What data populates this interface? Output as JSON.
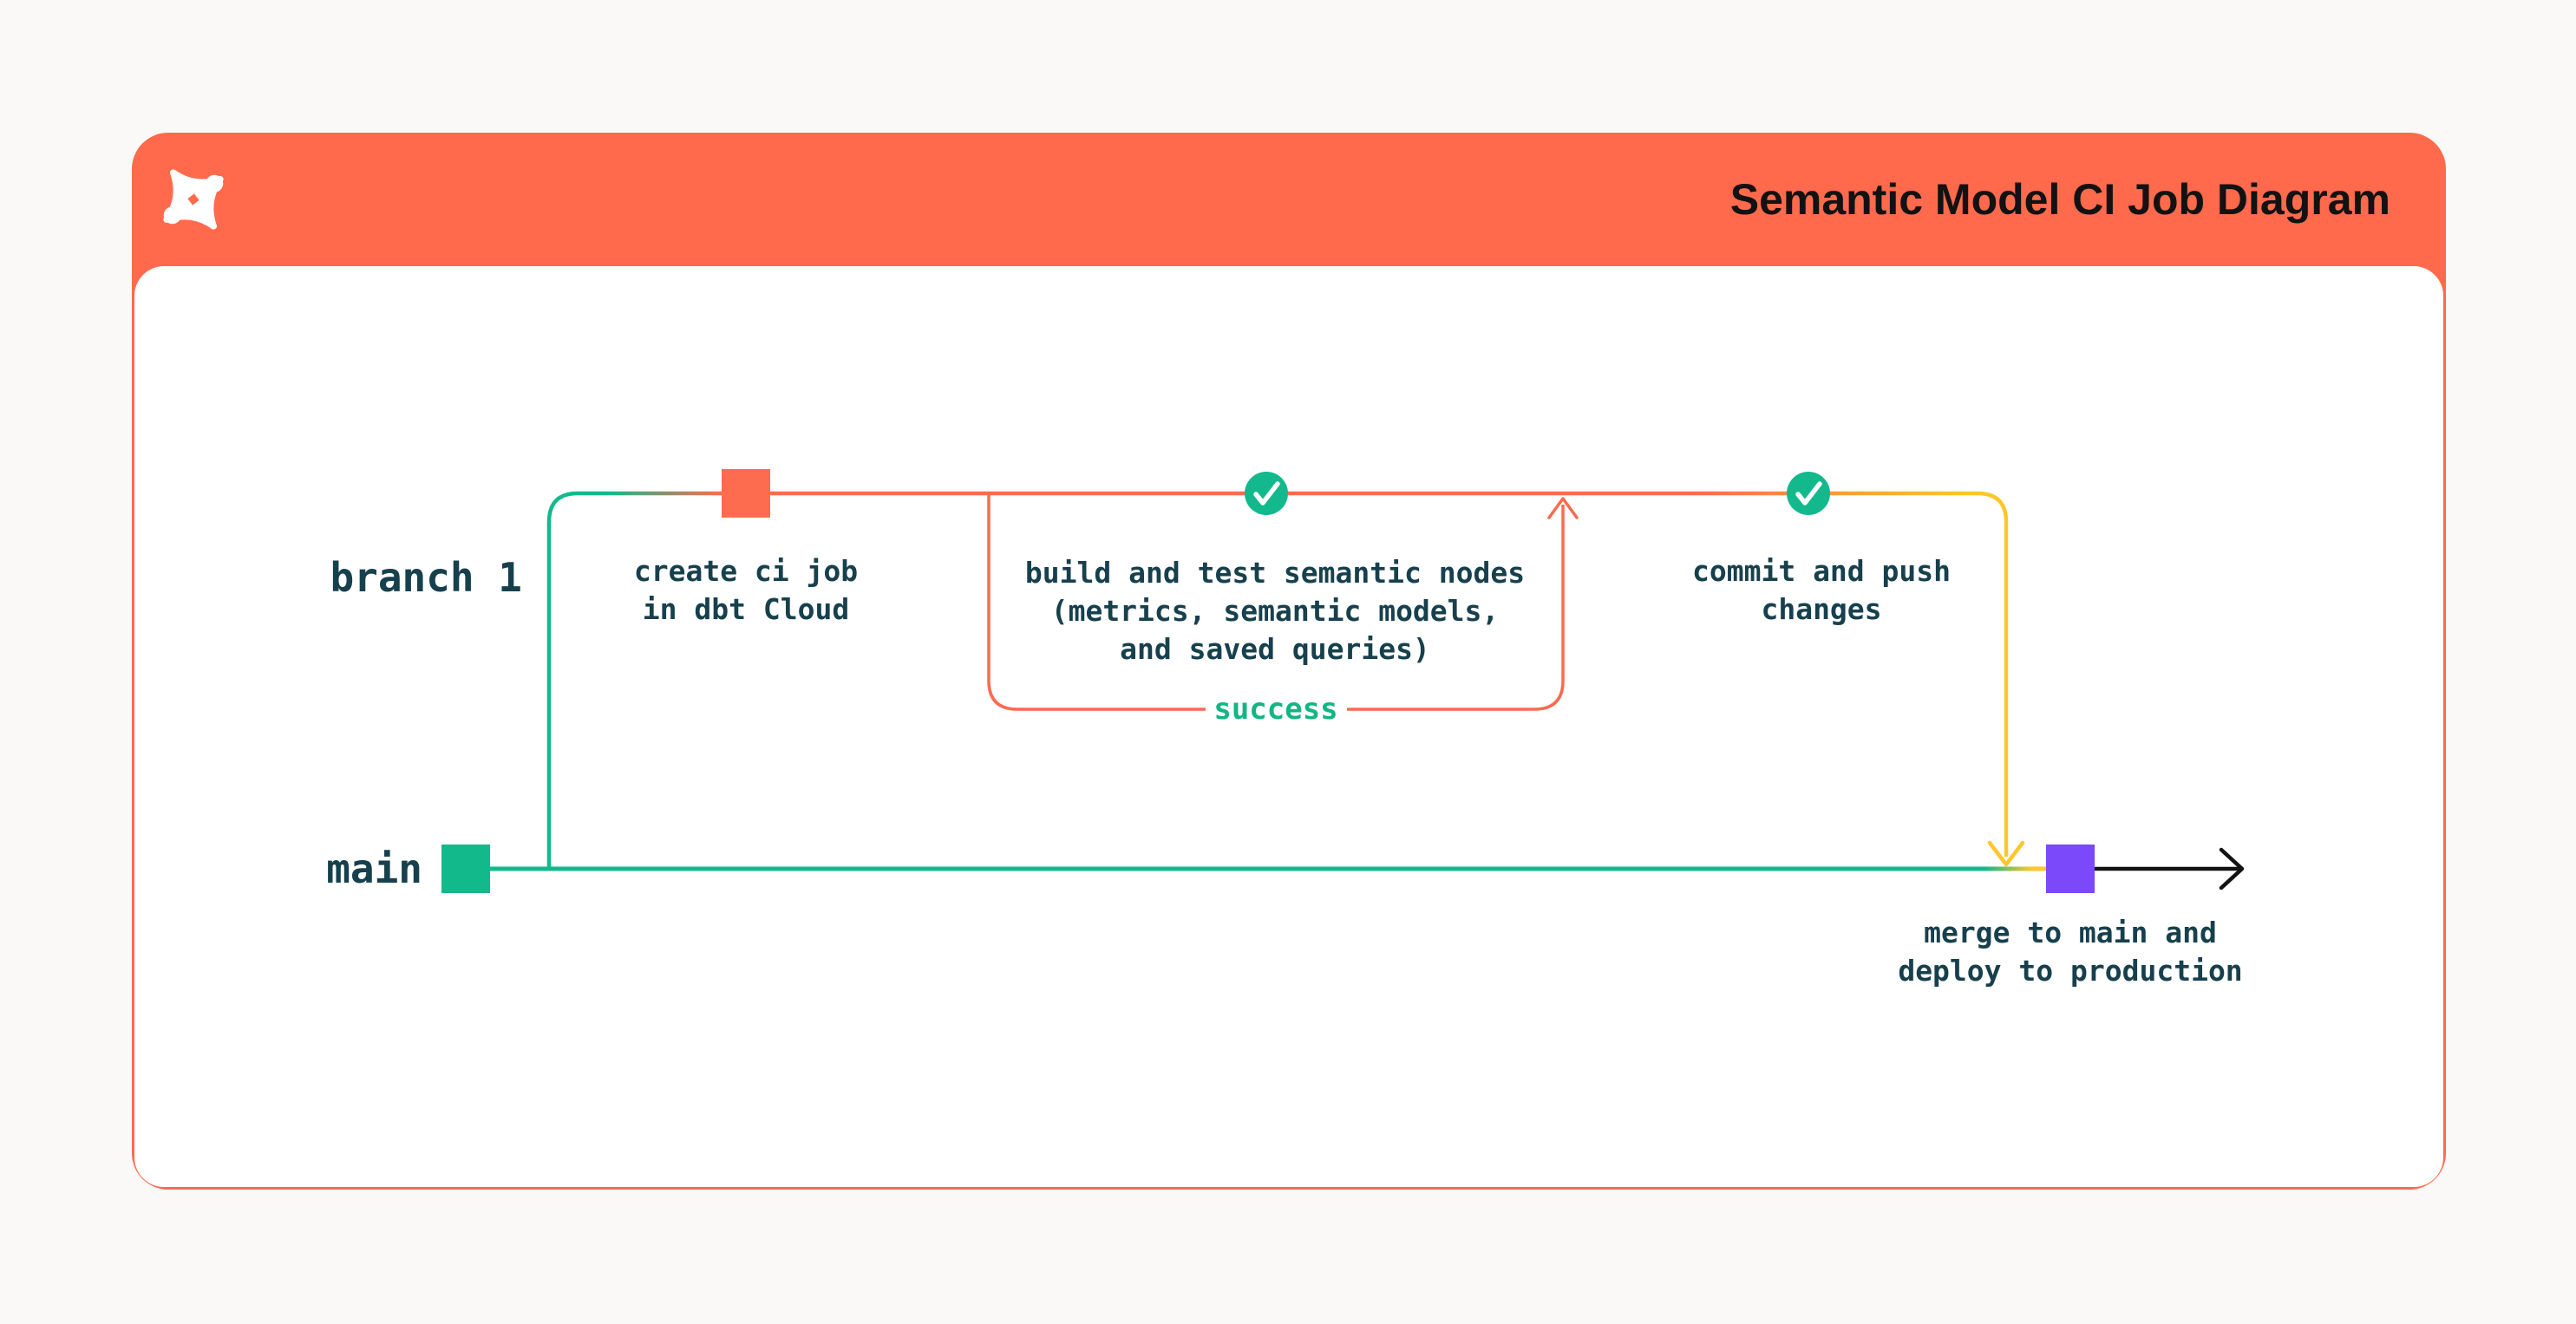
{
  "page": {
    "background_color": "#faf9f7"
  },
  "header": {
    "title": "Semantic Model CI Job Diagram",
    "background_color": "#ff6a4c",
    "logo": "dbt-logo",
    "title_color": "#121212"
  },
  "diagram": {
    "branch_label": "branch 1",
    "main_label": "main",
    "success_label": "success",
    "steps": [
      {
        "id": "create-ci-job",
        "marker": "square",
        "marker_color": "#fd6c4e",
        "label": "create ci job\nin dbt Cloud"
      },
      {
        "id": "build-test-semantic-nodes",
        "marker": "check-circle",
        "marker_color": "#13b98d",
        "label": "build and test semantic nodes\n(metrics, semantic models,\nand saved queries)"
      },
      {
        "id": "commit-push-changes",
        "marker": "check-circle",
        "marker_color": "#13b98d",
        "label": "commit and push\nchanges"
      },
      {
        "id": "merge-deploy",
        "marker": "square",
        "marker_color": "#7b48fa",
        "label": "merge to main and\ndeploy to production"
      }
    ],
    "colors": {
      "branch_green": "#12b98b",
      "line_orange": "#fd6c4e",
      "line_yellow": "#fdc72c",
      "merge_purple": "#7b48fa",
      "success_green": "#12b583",
      "label_dark_teal": "#17404d",
      "production_arrow_black": "#131313"
    }
  }
}
